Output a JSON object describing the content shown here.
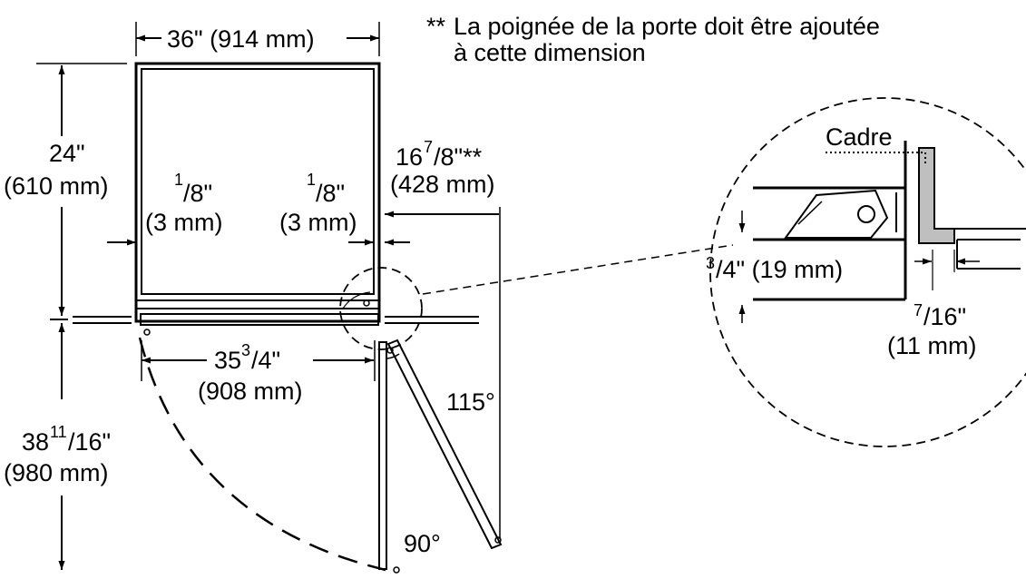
{
  "note": {
    "marker": "**",
    "line1": "La poignée de la porte doit être ajoutée",
    "line2": "à cette dimension"
  },
  "dimensions": {
    "width": "36\" (914 mm)",
    "depth_in": "24\"",
    "depth_mm": "(610 mm)",
    "gap_left_num": "1",
    "gap_left_den": "/8\"",
    "gap_left_mm": "(3 mm)",
    "gap_right_num": "1",
    "gap_right_den": "/8\"",
    "gap_right_mm": "(3 mm)",
    "door_ext_whole": "16",
    "door_ext_sup": "7",
    "door_ext_den": "/8\"**",
    "door_ext_mm": "(428 mm)",
    "inner_width_whole": "35",
    "inner_width_sup": "3",
    "inner_width_den": "/4\"",
    "inner_width_mm": "(908 mm)",
    "clearance_whole": "38",
    "clearance_sup": "11",
    "clearance_den": "/16\"",
    "clearance_mm": "(980 mm)",
    "angle_115": "115°",
    "angle_90": "90°"
  },
  "detail": {
    "frame_label": "Cadre",
    "thickness_sup": "3",
    "thickness_rest": "/4\" (19 mm)",
    "offset_sup": "7",
    "offset_den": "/16\"",
    "offset_mm": "(11 mm)"
  },
  "colors": {
    "line": "#000000",
    "frame_fill": "#bfbfbf"
  }
}
